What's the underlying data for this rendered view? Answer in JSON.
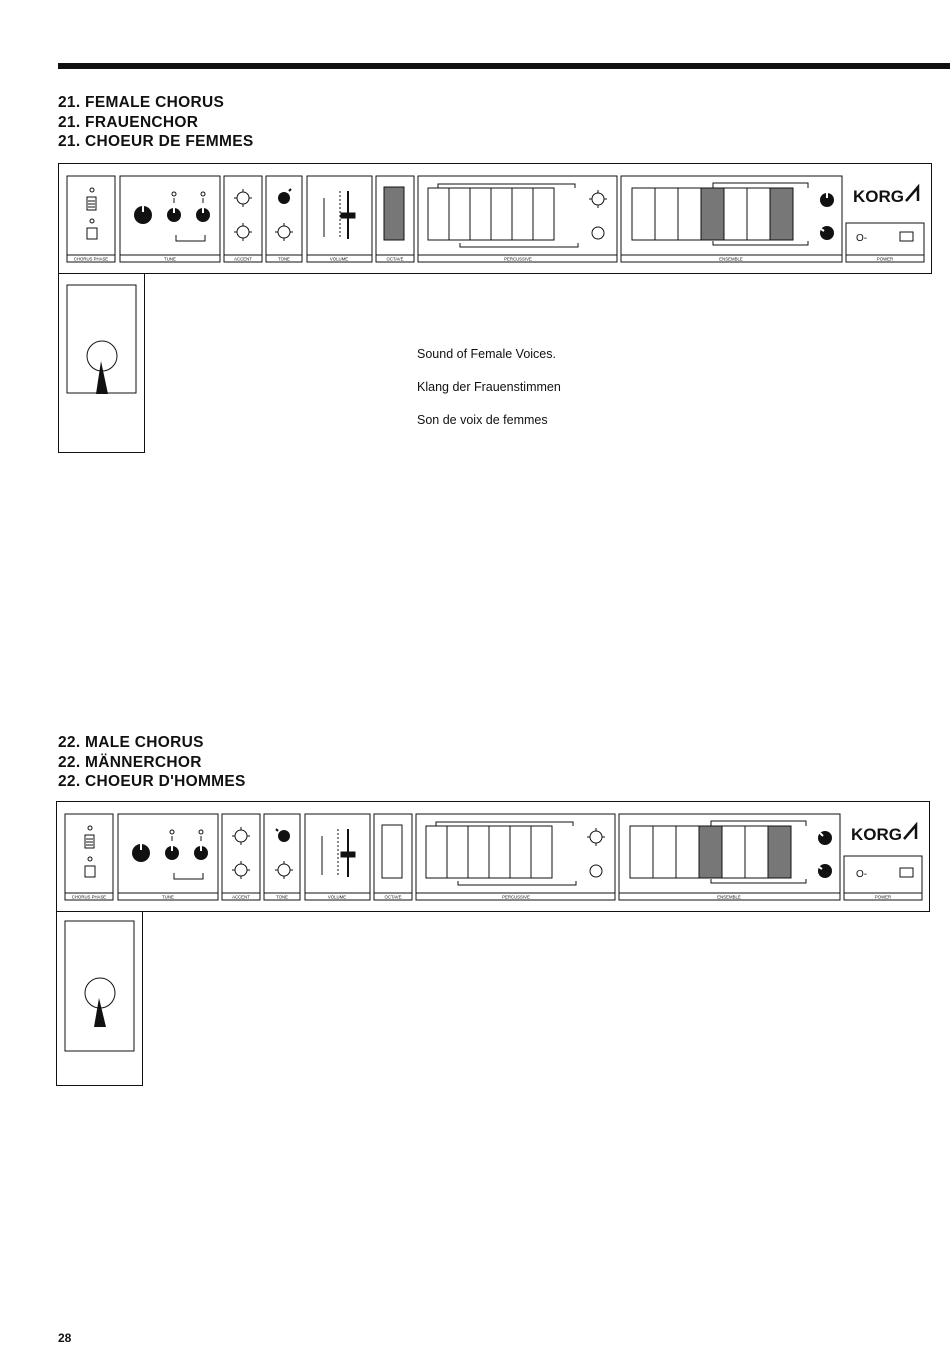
{
  "section1": {
    "titles": [
      "21. FEMALE CHORUS",
      "21. FRAUENCHOR",
      "21. CHOEUR DE FEMMES"
    ],
    "description": [
      "Sound of Female Voices.",
      "Klang der Frauenstimmen",
      "Son de voix de femmes"
    ]
  },
  "section2": {
    "titles": [
      "22. MALE CHORUS",
      "22. MÄNNERCHOR",
      "22. CHOEUR D'HOMMES"
    ]
  },
  "panel": {
    "brand": "KORG",
    "brand_icon": "korg-lambda-logo",
    "section_labels": [
      "CHORUS PHASE",
      "TUNE",
      "ACCENT",
      "TONE",
      "VOLUME",
      "OCTAVE",
      "PERCUSSIVE",
      "ENSEMBLE",
      "POWER"
    ],
    "power_symbol": "O-"
  },
  "page_number": "28"
}
